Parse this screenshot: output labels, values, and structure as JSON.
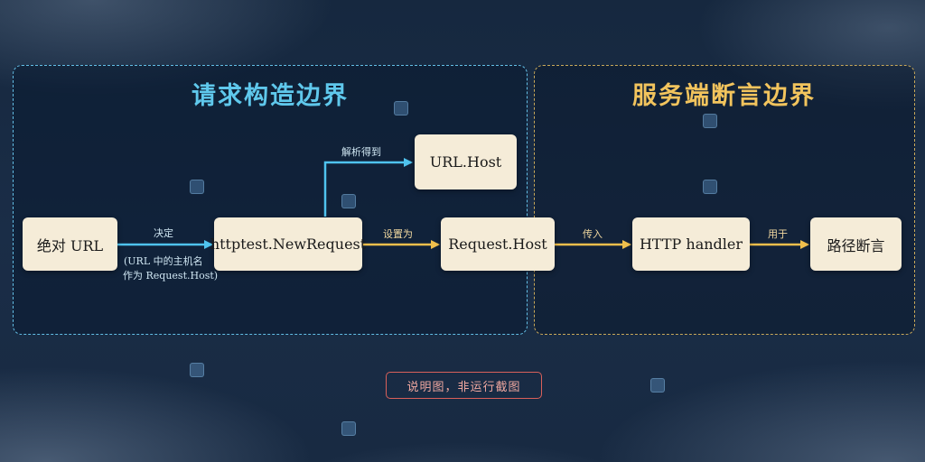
{
  "boundaries": {
    "request": {
      "title": "请求构造边界",
      "color": "#5fc8ec"
    },
    "server": {
      "title": "服务端断言边界",
      "color": "#f2c45d"
    }
  },
  "nodes": {
    "absolute_url": "绝对 URL",
    "new_request": "httptest.NewRequest",
    "url_host": "URL.Host",
    "request_host": "Request.Host",
    "http_handler": "HTTP handler",
    "route_assert": "路径断言"
  },
  "edges": {
    "decide": "决定",
    "decide_note_1": "(URL 中的主机名",
    "decide_note_2": "作为 Request.Host)",
    "parse": "解析得到",
    "set_as": "设置为",
    "pass_in": "传入",
    "used_for": "用于"
  },
  "caption": "说明图，非运行截图"
}
